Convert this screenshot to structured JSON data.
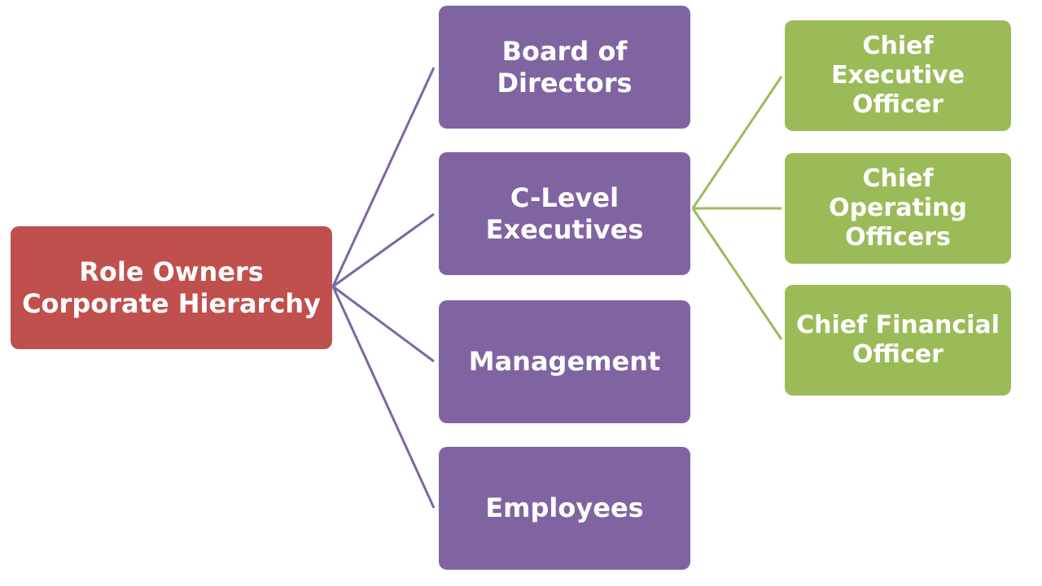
{
  "diagram": {
    "root": {
      "label": "Role Owners\nCorporate Hierarchy",
      "color": "#c0504d"
    },
    "level1": [
      {
        "label": "Board of\nDirectors"
      },
      {
        "label": "C-Level\nExecutives"
      },
      {
        "label": "Management"
      },
      {
        "label": "Employees"
      }
    ],
    "level1_color": "#8064a2",
    "level2_parent": "C-Level\nExecutives",
    "level2": [
      {
        "label": "Chief Executive\nOfficer"
      },
      {
        "label": "Chief Operating\nOfficers"
      },
      {
        "label": "Chief Financial\nOfficer"
      }
    ],
    "level2_color": "#9bbb59",
    "connector_colors": {
      "root_to_level1": "#8064a2",
      "clevel_to_level2": "#9bbb59"
    }
  }
}
